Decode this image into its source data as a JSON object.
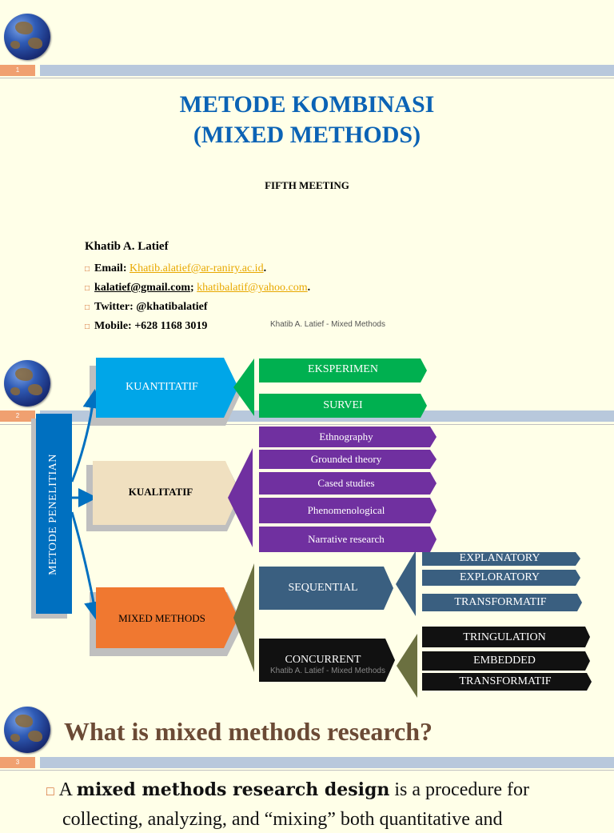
{
  "slide1": {
    "number": "1",
    "title_line1": "METODE KOMBINASI",
    "title_line2": "(MIXED METHODS)",
    "subtitle": "FIFTH MEETING",
    "author": "Khatib A. Latief",
    "email_label": "Email: ",
    "email": "Khatib.alatief@ar-raniry.ac.id",
    "email_suffix": ".",
    "email2": "kalatief@gmail.com",
    "sep": "; ",
    "email3": "khatibalatif@yahoo.com",
    "email3_suffix": ".",
    "twitter": "Twitter: @khatibalatief",
    "mobile": "Mobile: +628 1168 3019",
    "footer": "Khatib A. Latief - Mixed Methods"
  },
  "slide2": {
    "number": "2",
    "root": "METODE PENELITIAN",
    "kuantitatif": "KUANTITATIF",
    "kualitatif": "KUALITATIF",
    "mixed": "MIXED METHODS",
    "kuantitatif_items": [
      "EKSPERIMEN",
      "SURVEI"
    ],
    "kualitatif_items": [
      "Ethnography",
      "Grounded theory",
      "Cased studies",
      "Phenomenological",
      "Narrative research"
    ],
    "sequential": "SEQUENTIAL",
    "concurrent": "CONCURRENT",
    "sequential_items": [
      "EXPLANATORY",
      "EXPLORATORY",
      "TRANSFORMATIF"
    ],
    "concurrent_items": [
      "TRINGULATION",
      "EMBEDDED",
      "TRANSFORMATIF"
    ],
    "footer": "Khatib A. Latief - Mixed Methods",
    "colors": {
      "blue": "#00a6e8",
      "green": "#00b050",
      "purple": "#7030a0",
      "steel": "#3a5f80",
      "orange": "#f07830",
      "cream": "#f0e0c0",
      "black": "#111111",
      "olive": "#6b7040"
    }
  },
  "slide3": {
    "number": "3",
    "question": "What is mixed methods research?",
    "para_a": "A ",
    "para_bold": "mixed methods research design",
    "para_rest": " is a procedure for",
    "para_line2": "collecting, analyzing, and “mixing” both quantitative and"
  }
}
